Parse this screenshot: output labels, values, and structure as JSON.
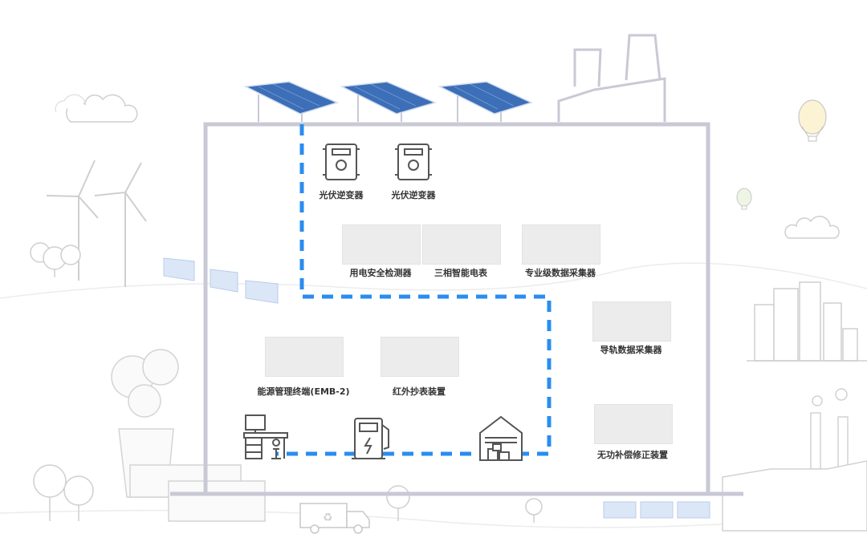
{
  "diagram": {
    "accent_color": "#2a8cf0",
    "frame_color": "#c9c9d6",
    "line_color": "#d8d8d8",
    "nodes": [
      {
        "id": "pv-inverter-1",
        "label": "光伏逆变器",
        "icon": "inverter-icon"
      },
      {
        "id": "pv-inverter-2",
        "label": "光伏逆变器",
        "icon": "inverter-icon"
      },
      {
        "id": "safety-detector",
        "label": "用电安全检测器",
        "icon": "image-placeholder"
      },
      {
        "id": "three-phase-meter",
        "label": "三相智能电表",
        "icon": "image-placeholder"
      },
      {
        "id": "pro-data-collector",
        "label": "专业级数据采集器",
        "icon": "image-placeholder"
      },
      {
        "id": "rail-data-collector",
        "label": "导轨数据采集器",
        "icon": "image-placeholder"
      },
      {
        "id": "energy-terminal",
        "label": "能源管理终端(EMB-2)",
        "icon": "image-placeholder"
      },
      {
        "id": "ir-meter-reader",
        "label": "红外抄表装置",
        "icon": "image-placeholder"
      },
      {
        "id": "reactive-compensator",
        "label": "无功补偿修正装置",
        "icon": "image-placeholder"
      }
    ],
    "bottom_icons": [
      "workstation-icon",
      "ev-charger-icon",
      "warehouse-icon"
    ],
    "scenery": [
      "solar-panel-icon",
      "factory-chimney-icon",
      "wind-turbine-icon",
      "cloud-icon",
      "hot-air-balloon-icon",
      "city-buildings-icon",
      "tree-icon",
      "truck-icon",
      "nuclear-cooling-tower-icon"
    ]
  }
}
